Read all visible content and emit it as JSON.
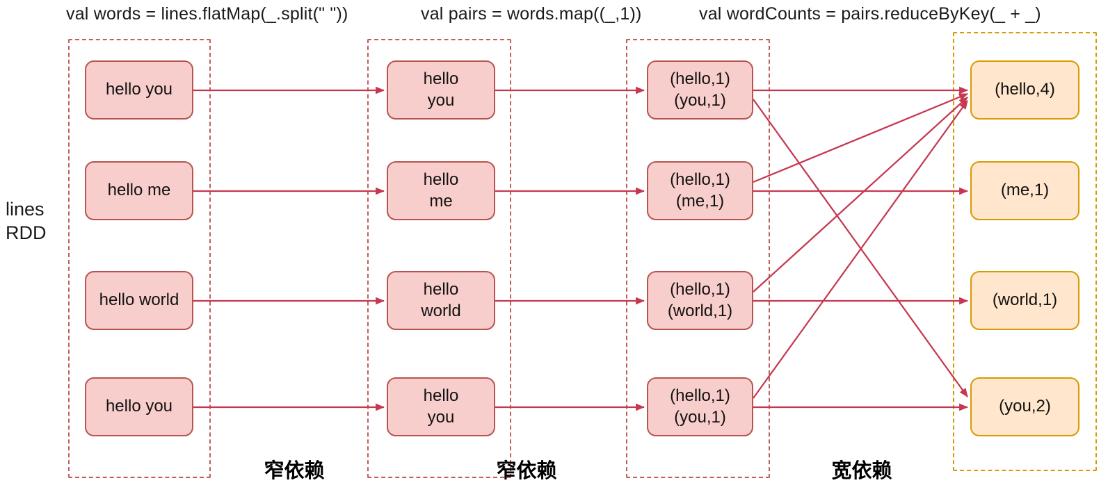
{
  "colors": {
    "pink_fill": "#f8cecc",
    "pink_stroke": "#b85450",
    "orange_fill": "#ffe6cc",
    "orange_stroke": "#d79b00",
    "arrow": "#c5384f",
    "frame_red": "#c05f5b",
    "frame_orange": "#d79b00",
    "ink": "#1a1a1a"
  },
  "code_labels": [
    "val words = lines.flatMap(_.split(\" \"))",
    "val pairs = words.map((_,1))",
    "val wordCounts = pairs.reduceByKey(_ + _)"
  ],
  "left_label": "lines\nRDD",
  "columns": [
    {
      "id": "lines",
      "style": "pink",
      "boxes": [
        [
          "hello you"
        ],
        [
          "hello me"
        ],
        [
          "hello world"
        ],
        [
          "hello you"
        ]
      ]
    },
    {
      "id": "words",
      "style": "pink",
      "boxes": [
        [
          "hello",
          "you"
        ],
        [
          "hello",
          "me"
        ],
        [
          "hello",
          "world"
        ],
        [
          "hello",
          "you"
        ]
      ]
    },
    {
      "id": "pairs",
      "style": "pink",
      "boxes": [
        [
          "(hello,1)",
          "(you,1)"
        ],
        [
          "(hello,1)",
          "(me,1)"
        ],
        [
          "(hello,1)",
          "(world,1)"
        ],
        [
          "(hello,1)",
          "(you,1)"
        ]
      ]
    },
    {
      "id": "wordCounts",
      "style": "orange",
      "boxes": [
        [
          "(hello,4)"
        ],
        [
          "(me,1)"
        ],
        [
          "(world,1)"
        ],
        [
          "(you,2)"
        ]
      ]
    }
  ],
  "dependency_labels": [
    "窄依赖",
    "窄依赖",
    "宽依赖"
  ],
  "edges": {
    "lines_to_words": [
      [
        0,
        0
      ],
      [
        1,
        1
      ],
      [
        2,
        2
      ],
      [
        3,
        3
      ]
    ],
    "words_to_pairs": [
      [
        0,
        0
      ],
      [
        1,
        1
      ],
      [
        2,
        2
      ],
      [
        3,
        3
      ]
    ],
    "pairs_to_wordCounts": [
      [
        0,
        0
      ],
      [
        0,
        3
      ],
      [
        1,
        0
      ],
      [
        1,
        1
      ],
      [
        2,
        0
      ],
      [
        2,
        2
      ],
      [
        3,
        0
      ],
      [
        3,
        3
      ]
    ]
  }
}
